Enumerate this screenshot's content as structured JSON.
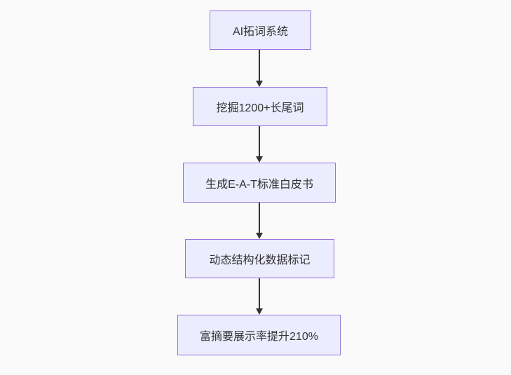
{
  "diagram": {
    "type": "flowchart-vertical",
    "colors": {
      "node_fill": "#ececff",
      "node_border": "#9370db",
      "text": "#333333",
      "arrow": "#333333",
      "background": "#fafafa"
    },
    "nodes": [
      {
        "label": "AI拓词系统"
      },
      {
        "label": "挖掘1200+长尾词"
      },
      {
        "label": "生成E-A-T标准白皮书"
      },
      {
        "label": "动态结构化数据标记"
      },
      {
        "label": "富摘要展示率提升210%"
      }
    ],
    "edges": [
      {
        "from": "AI拓词系统",
        "to": "挖掘1200+长尾词"
      },
      {
        "from": "挖掘1200+长尾词",
        "to": "生成E-A-T标准白皮书"
      },
      {
        "from": "生成E-A-T标准白皮书",
        "to": "动态结构化数据标记"
      },
      {
        "from": "动态结构化数据标记",
        "to": "富摘要展示率提升210%"
      }
    ]
  }
}
